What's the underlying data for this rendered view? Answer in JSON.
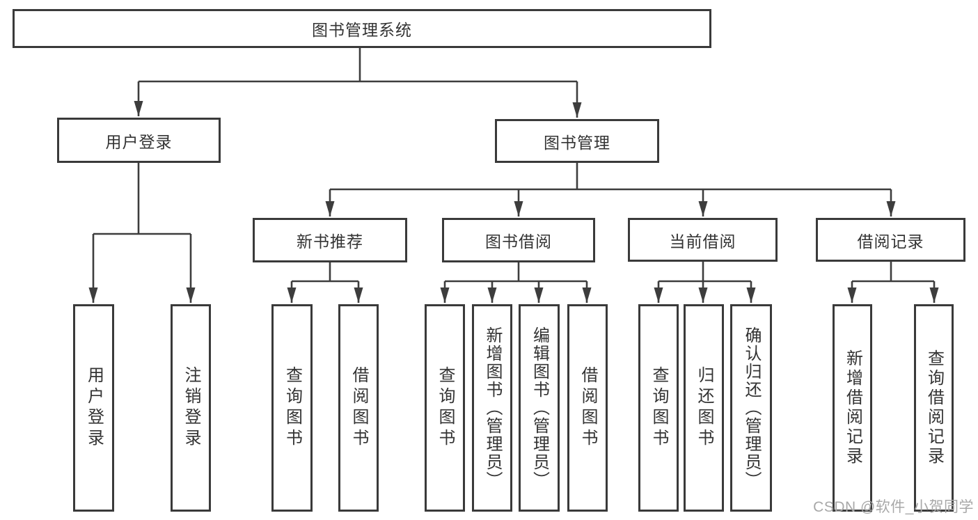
{
  "diagram": {
    "title": "图书管理系统",
    "branches": [
      {
        "label": "用户登录",
        "children": [
          "用户登录",
          "注销登录"
        ]
      },
      {
        "label": "图书管理",
        "modules": [
          {
            "label": "新书推荐",
            "children": [
              "查询图书",
              "借阅图书"
            ]
          },
          {
            "label": "图书借阅",
            "children": [
              "查询图书",
              "新增图书（管理员）",
              "编辑图书（管理员）",
              "借阅图书"
            ]
          },
          {
            "label": "当前借阅",
            "children": [
              "查询图书",
              "归还图书",
              "确认归还（管理员）"
            ]
          },
          {
            "label": "借阅记录",
            "children": [
              "新增借阅记录",
              "查询借阅记录"
            ]
          }
        ]
      }
    ]
  },
  "watermark": {
    "text": "CSDN @软件_小贺同学"
  },
  "colors": {
    "line": "#3d3d3d",
    "text": "#333333",
    "box_background": "#ffffff",
    "watermark": "#a8a8a8"
  }
}
